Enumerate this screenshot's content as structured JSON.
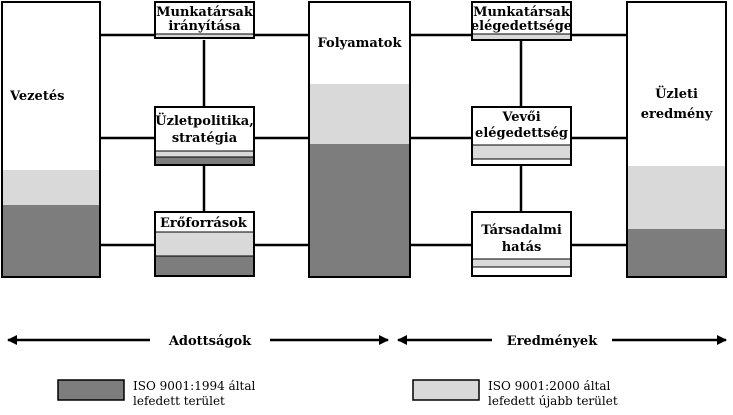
{
  "diagram": {
    "colors": {
      "dark": "#7d7d7d",
      "light": "#d9d9d9",
      "white": "#ffffff",
      "line": "#000000"
    },
    "columns": {
      "left": {
        "label": "Vezetés"
      },
      "middle": {
        "label": "Folyamatok"
      },
      "right": {
        "label_line1": "Üzleti",
        "label_line2": "eredmény"
      }
    },
    "boxes": {
      "munkatarsak_iranyitasa": {
        "line1": "Munkatársak",
        "line2": "irányítása"
      },
      "uzletpolitika": {
        "line1": "Üzletpolitika,",
        "line2": "stratégia"
      },
      "eroforrasok": {
        "line1": "Erőforrások"
      },
      "munkatarsak_elegedettsege": {
        "line1": "Munkatársak",
        "line2": "elégedettsége"
      },
      "vevoi_elegedettseg": {
        "line1": "Vevői",
        "line2": "elégedettség"
      },
      "tarsadalmi_hatas": {
        "line1": "Társadalmi",
        "line2": "hatás"
      }
    },
    "arrows": {
      "left_label": "Adottságok",
      "right_label": "Eredmények"
    },
    "legend": {
      "dark": {
        "line1": "ISO 9001:1994 által",
        "line2": "lefedett terület"
      },
      "light": {
        "line1": "ISO 9001:2000 által",
        "line2": "lefedett újabb terület"
      }
    }
  }
}
